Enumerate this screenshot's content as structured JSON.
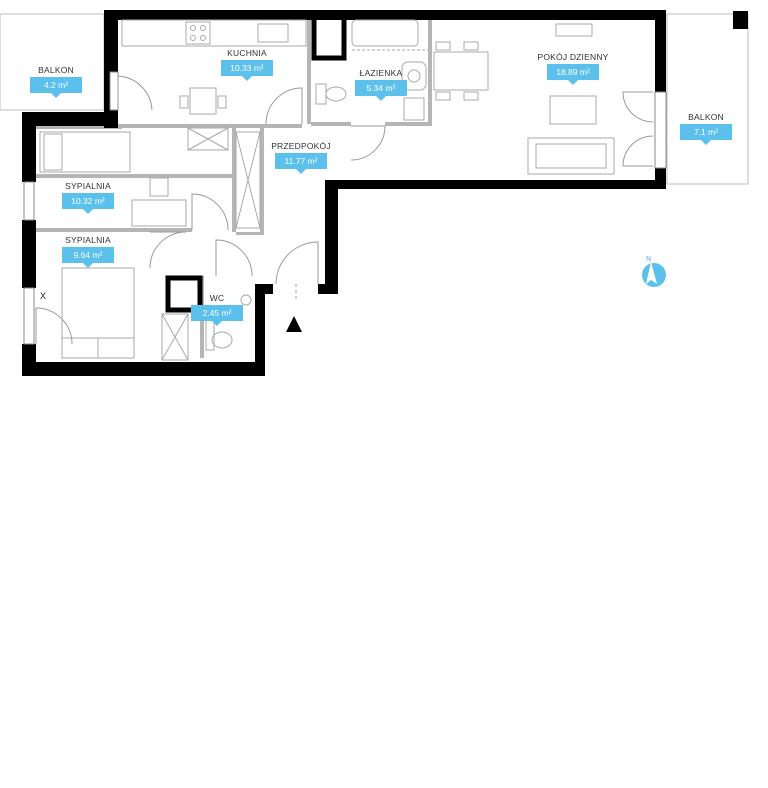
{
  "colors": {
    "wall": "#000000",
    "partition": "#b5b5b5",
    "fixture": "#a9a9a9",
    "label_fill": "#5bc0ec",
    "label_text": "#ffffff",
    "name_text": "#333333",
    "compass": "#5bc0ec"
  },
  "rooms": [
    {
      "id": "balkon-left",
      "name": "BALKON",
      "area": "4.2 m²"
    },
    {
      "id": "kuchnia",
      "name": "KUCHNIA",
      "area": "10.33 m²"
    },
    {
      "id": "lazienka",
      "name": "ŁAZIENKA",
      "area": "5.34 m²"
    },
    {
      "id": "pokoj-dzienny",
      "name": "POKÓJ DZIENNY",
      "area": "18.89 m²"
    },
    {
      "id": "balkon-right",
      "name": "BALKON",
      "area": "7.1 m²"
    },
    {
      "id": "przedpokoj",
      "name": "PRZEDPOKÓJ",
      "area": "11.77 m²"
    },
    {
      "id": "sypialnia-1",
      "name": "SYPIALNIA",
      "area": "10.32 m²"
    },
    {
      "id": "sypialnia-2",
      "name": "SYPIALNIA",
      "area": "9.64 m²"
    },
    {
      "id": "wc",
      "name": "WC",
      "area": "2.45 m²"
    }
  ],
  "marker_x": "X",
  "compass": {
    "label": "N",
    "icon": "north-compass-icon"
  },
  "entrance": {
    "icon": "entrance-arrow-icon"
  }
}
